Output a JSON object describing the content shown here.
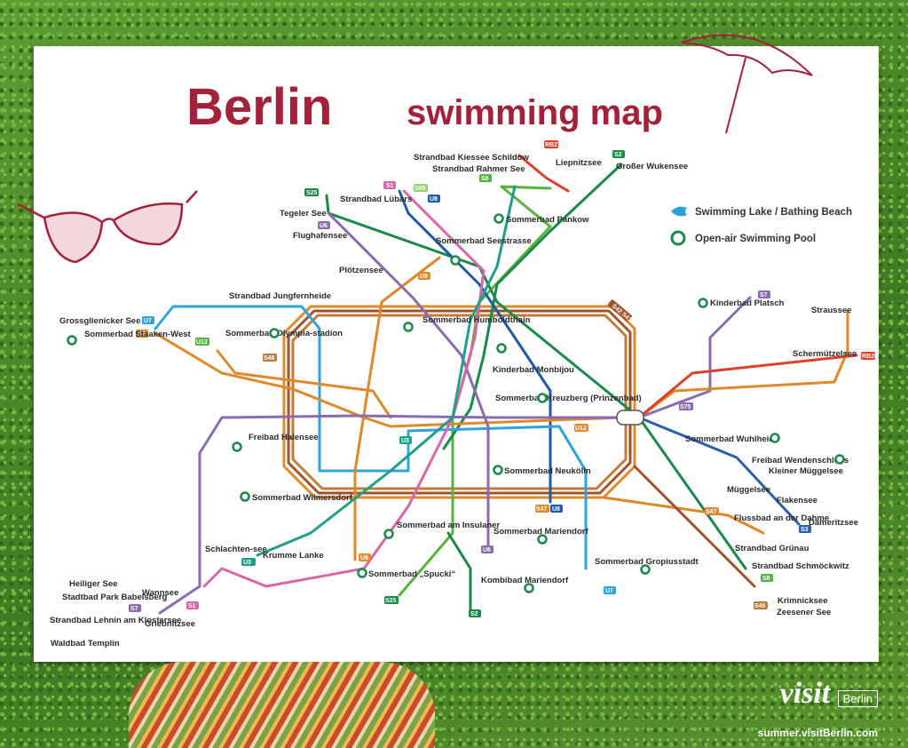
{
  "title": {
    "line1": "Berlin",
    "line2": "swimming map"
  },
  "legend": {
    "lake": "Swimming Lake / Bathing Beach",
    "pool": "Open-air Swimming Pool"
  },
  "brand": {
    "visit": "visit",
    "berlin": "Berlin",
    "url": "summer.visitBerlin.com"
  },
  "colors": {
    "title": "#a3223a",
    "ring": "#a0532a",
    "s_green": "#57b33f",
    "u8_blue": "#1e5aa8",
    "u7_cyan": "#2ea4dc",
    "u9_orange": "#e0882a",
    "u6_purple": "#8b6bb0",
    "s1_pink": "#d866a8",
    "s25_green": "#1a8a4a",
    "u3_teal": "#1f9e8a",
    "s3_blue": "#2b5fae",
    "red": "#e0402a",
    "lake_icon": "#2aa0dc",
    "pool_icon": "#1a8a4a"
  },
  "line_tags": [
    "S25",
    "S1",
    "S85",
    "U8",
    "U6",
    "U9",
    "S2",
    "RB27",
    "S8",
    "U7",
    "S5",
    "U12",
    "S46",
    "S42 S41",
    "S7",
    "S75",
    "RB26",
    "U3",
    "S47",
    "S3",
    "S25",
    "S2",
    "U7",
    "U6",
    "U3",
    "U9",
    "S1",
    "S7",
    "S8",
    "S46",
    "U12",
    "U8",
    "S47"
  ],
  "places": [
    "Strandbad Kiessee Schildow",
    "Strandbad Rahmer See",
    "Liepnitzsee",
    "Großer Wukensee",
    "Strandbad Lübars",
    "Tegeler See",
    "Flughafensee",
    "Sommerbad Pankow",
    "Sommerbad Seestrasse",
    "Plötzensee",
    "Strandbad Jungfernheide",
    "Grossglienicker See",
    "Sommerbad Staaken-West",
    "Sommerbad Olympia-stadion",
    "Sommerbad Humboldthain",
    "Kinderbad Monbijou",
    "Sommerbad Kreuzberg (Prinzenbad)",
    "Kinderbad Platsch",
    "Straussee",
    "Schermützelsee",
    "Freibad Halensee",
    "Sommerbad Wuhlheide",
    "Freibad Wendenschloss",
    "Kleiner Müggelsee",
    "Sommerbad Neukölln",
    "Müggelsee",
    "Flakensee",
    "Sommerbad Wilmersdorf",
    "Flussbad an der Dahme",
    "Dämeritzsee",
    "Sommerbad am Insulaner",
    "Sommerbad Mariendorf",
    "Strandbad Grünau",
    "Schlachten-see",
    "Krumme Lanke",
    "Sommerbad Gropiusstadt",
    "Strandbad Schmöckwitz",
    "Heiliger See",
    "Stadtbad Park Babelsberg",
    "Wannsee",
    "Sommerbad „Spucki“",
    "Kombibad Mariendorf",
    "Krimnicksee",
    "Zeesener See",
    "Strandbad Lehnin am Klostersee",
    "Griebnitzsee",
    "Waldbad Templin"
  ]
}
